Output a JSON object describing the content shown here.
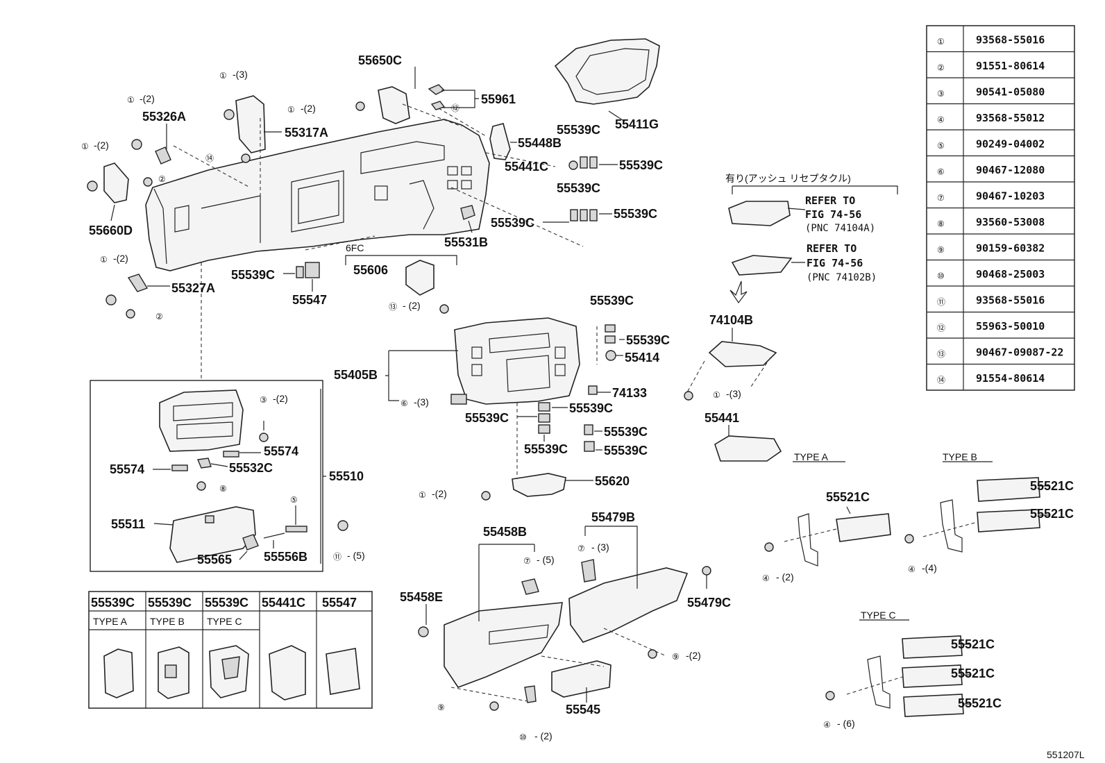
{
  "drawing_id": "551207L",
  "labels": {
    "p55650C": "55650C",
    "p55961": "55961",
    "p55411G": "55411G",
    "p55326A": "55326A",
    "p55317A": "55317A",
    "p55448B": "55448B",
    "p55539C_a": "55539C",
    "p55441C_a": "55441C",
    "p55539C_b": "55539C",
    "p55539C_c": "55539C",
    "p55539C_d": "55539C",
    "p55539C_e": "55539C",
    "p55660D": "55660D",
    "p55531B": "55531B",
    "p55327A": "55327A",
    "p55539C_f": "55539C",
    "p55547": "55547",
    "p55606": "55606",
    "fc6": "6FC",
    "p55539C_g": "55539C",
    "p55539C_h": "55539C",
    "p55414": "55414",
    "p55405B": "55405B",
    "p74133": "74133",
    "p55539C_i": "55539C",
    "p55539C_j": "55539C",
    "p55539C_k": "55539C",
    "p55539C_l": "55539C",
    "p55539C_m": "55539C",
    "p55620": "55620",
    "p74104B": "74104B",
    "p55441": "55441",
    "p55574_a": "55574",
    "p55574_b": "55574",
    "p55532C": "55532C",
    "p55510": "55510",
    "p55511": "55511",
    "p55565": "55565",
    "p55556B": "55556B",
    "p55458B": "55458B",
    "p55479B": "55479B",
    "p55458E": "55458E",
    "p55479C": "55479C",
    "p55545": "55545",
    "p55521C_1": "55521C",
    "p55521C_2": "55521C",
    "p55521C_3": "55521C",
    "p55521C_4": "55521C",
    "p55521C_5": "55521C",
    "p55521C_6": "55521C"
  },
  "callouts": {
    "c1": "①",
    "c2": "②",
    "c3": "③",
    "c4": "④",
    "c5": "⑤",
    "c6": "⑥",
    "c7": "⑦",
    "c8": "⑧",
    "c9": "⑨",
    "c10": "⑩",
    "c11": "⑪",
    "c12": "⑫",
    "c13": "⑬",
    "c14": "⑭"
  },
  "quantities": {
    "q2": "-(2)",
    "q3": "-(3)",
    "q4": "-(4)",
    "q5": "-(5)",
    "q6": "-(6)",
    "q2s": "- (2)",
    "q5s": "- (5)",
    "q6s": "- (6)",
    "q2ss": "-  (2)",
    "q3ss": "-  (3)",
    "q5ss": "-  (5)"
  },
  "receptacle": {
    "title": "有り(アッシュ リセプタクル)",
    "refer1_a": "REFER TO",
    "refer1_b": "FIG 74-56",
    "refer1_c": "(PNC 74104A)",
    "refer2_a": "REFER TO",
    "refer2_b": "FIG 74-56",
    "refer2_c": "(PNC 74102B)"
  },
  "types": {
    "type_a": "TYPE A",
    "type_b": "TYPE B",
    "type_c": "TYPE C"
  },
  "variant_table": {
    "headers": [
      "55539C",
      "55539C",
      "55539C",
      "55441C",
      "55547"
    ],
    "types": [
      "TYPE A",
      "TYPE B",
      "TYPE C"
    ]
  },
  "parts_table": [
    {
      "ref": "①",
      "part": "93568-55016"
    },
    {
      "ref": "②",
      "part": "91551-80614"
    },
    {
      "ref": "③",
      "part": "90541-05080"
    },
    {
      "ref": "④",
      "part": "93568-55012"
    },
    {
      "ref": "⑤",
      "part": "90249-04002"
    },
    {
      "ref": "⑥",
      "part": "90467-12080"
    },
    {
      "ref": "⑦",
      "part": "90467-10203"
    },
    {
      "ref": "⑧",
      "part": "93560-53008"
    },
    {
      "ref": "⑨",
      "part": "90159-60382"
    },
    {
      "ref": "⑩",
      "part": "90468-25003"
    },
    {
      "ref": "⑪",
      "part": "93568-55016"
    },
    {
      "ref": "⑫",
      "part": "55963-50010"
    },
    {
      "ref": "⑬",
      "part": "90467-09087-22"
    },
    {
      "ref": "⑭",
      "part": "91554-80614"
    }
  ]
}
